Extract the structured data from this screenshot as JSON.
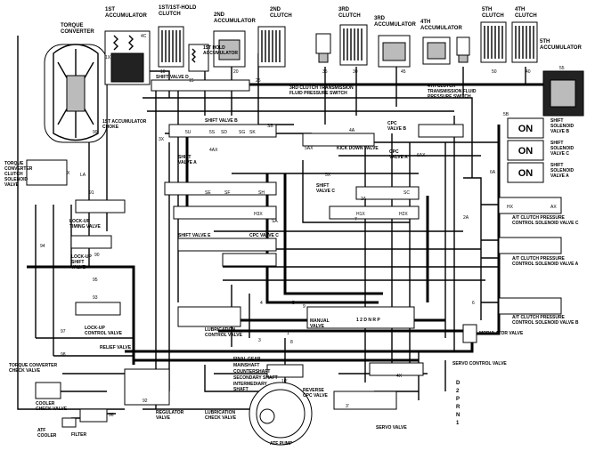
{
  "components": {
    "torque_converter": "TORQUE\nCONVERTER",
    "first_accumulator": "1ST\nACCUMULATOR",
    "first_hold_clutch": "1ST/1ST-HOLD\nCLUTCH",
    "second_accumulator": "2ND\nACCUMULATOR",
    "second_clutch": "2ND\nCLUTCH",
    "third_clutch": "3RD\nCLUTCH",
    "third_accumulator": "3RD\nACCUMULATOR",
    "fourth_clutch": "4TH\nCLUTCH",
    "fourth_accumulator": "4TH\nACCUMULATOR",
    "fifth_clutch": "5TH\nCLUTCH",
    "fifth_accumulator": "5TH\nACCUMULATOR",
    "first_hold_accumulator": "1ST HOLD\nACCUMULATOR",
    "first_accumulator_choke": "1ST ACCUMULATOR\nCHOKE",
    "third_clutch_pressure_switch": "3RD CLUTCH TRANSMISSION\nFLUID PRESSURE SWITCH",
    "fourth_clutch_pressure_switch": "4TH CLUTCH\nTRANSMISSION FLUID\nPRESSURE SWITCH",
    "shift_valve_d": "SHIFT VALVE D",
    "shift_valve_b": "SHIFT VALVE B",
    "shift_valve_a": "SHIFT\nVALVE A",
    "shift_valve_c": "SHIFT\nVALVE C",
    "shift_valve_e": "SHIFT VALVE E",
    "kick_down_valve": "KICK DOWN VALVE",
    "cpc_valve_a": "CPC\nVALVE A",
    "cpc_valve_b": "CPC\nVALVE B",
    "cpc_valve_c": "CPC VALVE C",
    "shift_solenoid_b": "SHIFT\nSOLENOID\nVALVE B",
    "shift_solenoid_c": "SHIFT\nSOLENOID\nVALVE C",
    "shift_solenoid_a": "SHIFT\nSOLENOID\nVALVE A",
    "at_clutch_pressure_c": "A/T CLUTCH PRESSURE\nCONTROL SOLENOID VALVE C",
    "at_clutch_pressure_a": "A/T CLUTCH PRESSURE\nCONTROL SOLENOID VALVE A",
    "at_clutch_pressure_b": "A/T CLUTCH PRESSURE\nCONTROL SOLENOID VALVE B",
    "tc_clutch_solenoid": "TORQUE\nCONVERTER\nCLUTCH\nSOLENOID\nVALVE",
    "lockup_timing_valve": "LOCK-UP\nTIMING VALVE",
    "lockup_shift_valve": "LOCK-UP\nSHIFT\nVALVE",
    "lockup_control_valve": "LOCK-UP\nCONTROL VALVE",
    "relief_valve": "RELIEF VALVE",
    "tc_check_valve": "TORQUE CONVERTER\nCHECK VALVE",
    "cooler_check_valve": "COOLER\nCHECK VALVE",
    "atf_cooler": "ATF\nCOOLER",
    "filter": "FILTER",
    "regulator_valve": "REGULATOR\nVALVE",
    "lubrication_check_valve": "LUBRICATION\nCHECK VALVE",
    "lubrication_control_valve": "LUBRICATION\nCONTROL VALVE",
    "manual_valve": "MANUAL\nVALVE",
    "atf_pump": "ATF PUMP",
    "reverse_cpc_valve": "REVERSE\nCPC VALVE",
    "servo_control_valve": "SERVO CONTROL VALVE",
    "servo_valve": "SERVO VALVE",
    "modulator_valve": "MODULATOR VALVE",
    "final_gear": "FINAL GEAR",
    "mainshaft": "MAINSHAFT",
    "countershaft": "COUNTERSHAFT",
    "secondary_shaft": "SECONDARY SHAFT",
    "intermediary_shaft": "INTERMEDIARY\nSHAFT"
  },
  "solenoid_states": {
    "b": "ON",
    "c": "ON",
    "a": "ON"
  },
  "gear_positions": [
    "D",
    "2",
    "P",
    "R",
    "N",
    "1"
  ],
  "manual_valve_marking": "1 2 D N R  P",
  "ports": {
    "p10": "10",
    "p20": "20",
    "p30": "30",
    "p40": "40",
    "p50": "50",
    "p4c": "4C",
    "p1x": "1X",
    "p15": "15",
    "p25": "25",
    "p35": "35",
    "p45": "45",
    "p55": "55",
    "p5b": "5B",
    "p99": "99",
    "p94": "94",
    "p92": "92",
    "p93": "93",
    "p96": "96",
    "p90": "90",
    "p91": "91",
    "p1": "1",
    "p3": "3",
    "p4": "4",
    "p5": "5",
    "p6": "6",
    "p7": "7",
    "p8": "8",
    "p9": "9",
    "p3p": "3'",
    "pX": "X",
    "pLA": "LA",
    "pHX": "HX",
    "pAX": "AX",
    "pSA": "SA",
    "pSB": "SB",
    "pSC": "SC",
    "pSE": "SE",
    "pSF": "SF",
    "pSG": "SG",
    "pSH": "SH",
    "pSK": "SK",
    "pSD": "SD",
    "p5X": "5X",
    "p4X": "4X",
    "p4A": "4A",
    "p3A": "3A",
    "p2A": "2A",
    "p6A": "6A",
    "p4AX": "4AX",
    "p5AX": "5AX",
    "p6AX": "6AX",
    "pH1X": "H1X",
    "pH2X": "H2X",
    "pH3X": "H3X",
    "p3X": "3X",
    "p5S": "5S",
    "p5U": "5U",
    "p10N": "10'",
    "p97": "97",
    "p98": "98",
    "p95": "95"
  }
}
